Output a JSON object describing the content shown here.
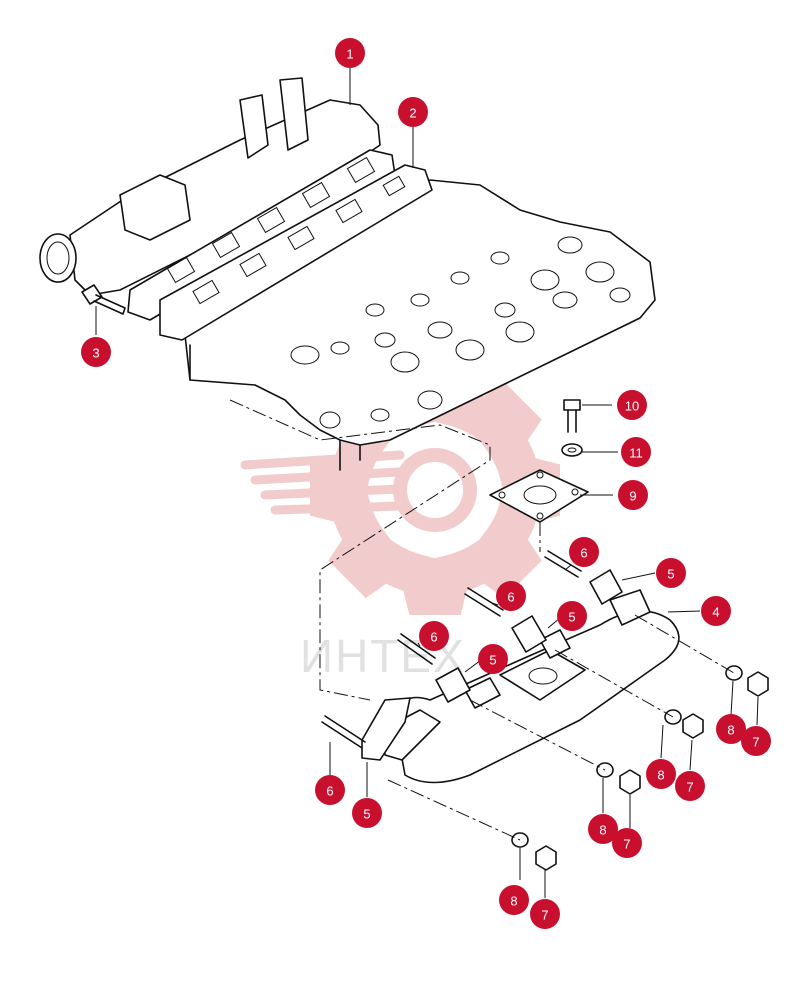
{
  "watermark": {
    "text": "ИНТЕХ",
    "color": "#e8a3a3",
    "text_color": "#c9c9c9"
  },
  "callout_color": "#c8102e",
  "callouts": [
    {
      "id": "c1",
      "label": "1"
    },
    {
      "id": "c2",
      "label": "2"
    },
    {
      "id": "c3",
      "label": "3"
    },
    {
      "id": "c10",
      "label": "10"
    },
    {
      "id": "c11",
      "label": "11"
    },
    {
      "id": "c9",
      "label": "9"
    },
    {
      "id": "c6a",
      "label": "6"
    },
    {
      "id": "c5a",
      "label": "5"
    },
    {
      "id": "c4",
      "label": "4"
    },
    {
      "id": "c6b",
      "label": "6"
    },
    {
      "id": "c5b",
      "label": "5"
    },
    {
      "id": "c6c",
      "label": "6"
    },
    {
      "id": "c5c",
      "label": "5"
    },
    {
      "id": "c8a",
      "label": "8"
    },
    {
      "id": "c7a",
      "label": "7"
    },
    {
      "id": "c8b",
      "label": "8"
    },
    {
      "id": "c7b",
      "label": "7"
    },
    {
      "id": "c6d",
      "label": "6"
    },
    {
      "id": "c5d",
      "label": "5"
    },
    {
      "id": "c8c",
      "label": "8"
    },
    {
      "id": "c7c",
      "label": "7"
    },
    {
      "id": "c8d",
      "label": "8"
    },
    {
      "id": "c7d",
      "label": "7"
    }
  ]
}
